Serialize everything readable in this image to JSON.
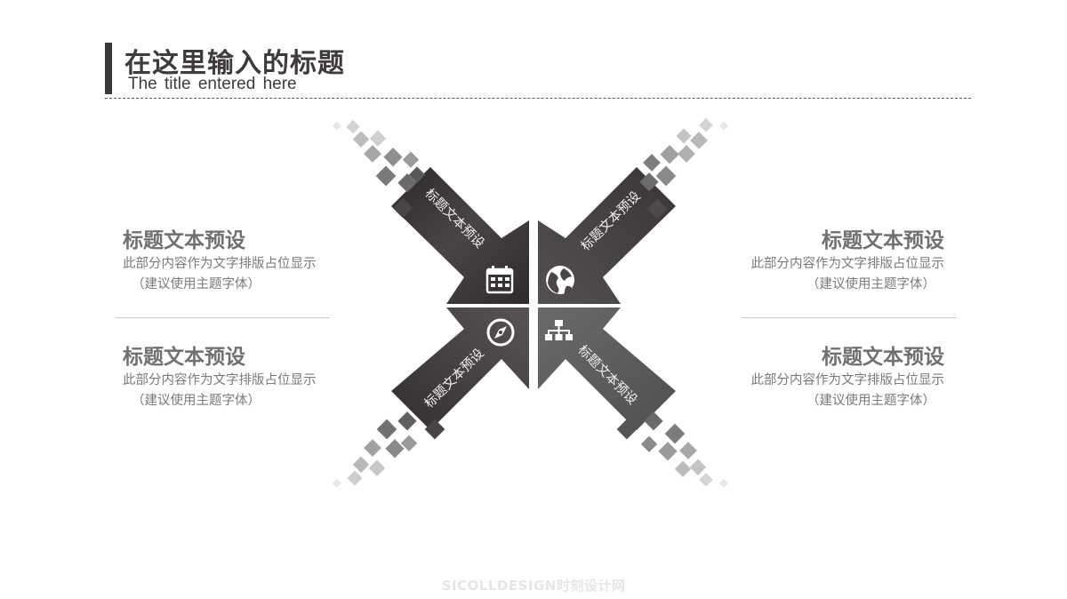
{
  "header": {
    "title": "在这里输入的标题",
    "subtitle": "The  title  entered here"
  },
  "arms": [
    {
      "label": "标题文本预设",
      "icon": "calendar-icon",
      "fill": "#3c3535"
    },
    {
      "label": "标题文本预设",
      "icon": "globe-icon",
      "fill": "#4a4646"
    },
    {
      "label": "标题文本预设",
      "icon": "compass-icon",
      "fill": "#4a4444"
    },
    {
      "label": "标题文本预设",
      "icon": "sitemap-icon",
      "fill": "#5e5e5e"
    }
  ],
  "blocks": {
    "left_top": {
      "heading": "标题文本预设",
      "line1": "此部分内容作为文字排版占位显示",
      "line2": "（建议使用主题字体）"
    },
    "left_bottom": {
      "heading": "标题文本预设",
      "line1": "此部分内容作为文字排版占位显示",
      "line2": "（建议使用主题字体）"
    },
    "right_top": {
      "heading": "标题文本预设",
      "line1": "此部分内容作为文字排版占位显示",
      "line2": "（建议使用主题字体）"
    },
    "right_bottom": {
      "heading": "标题文本预设",
      "line1": "此部分内容作为文字排版占位显示",
      "line2": "（建议使用主题字体）"
    }
  },
  "watermark": "SICOLLDESIGN时刻设计网"
}
